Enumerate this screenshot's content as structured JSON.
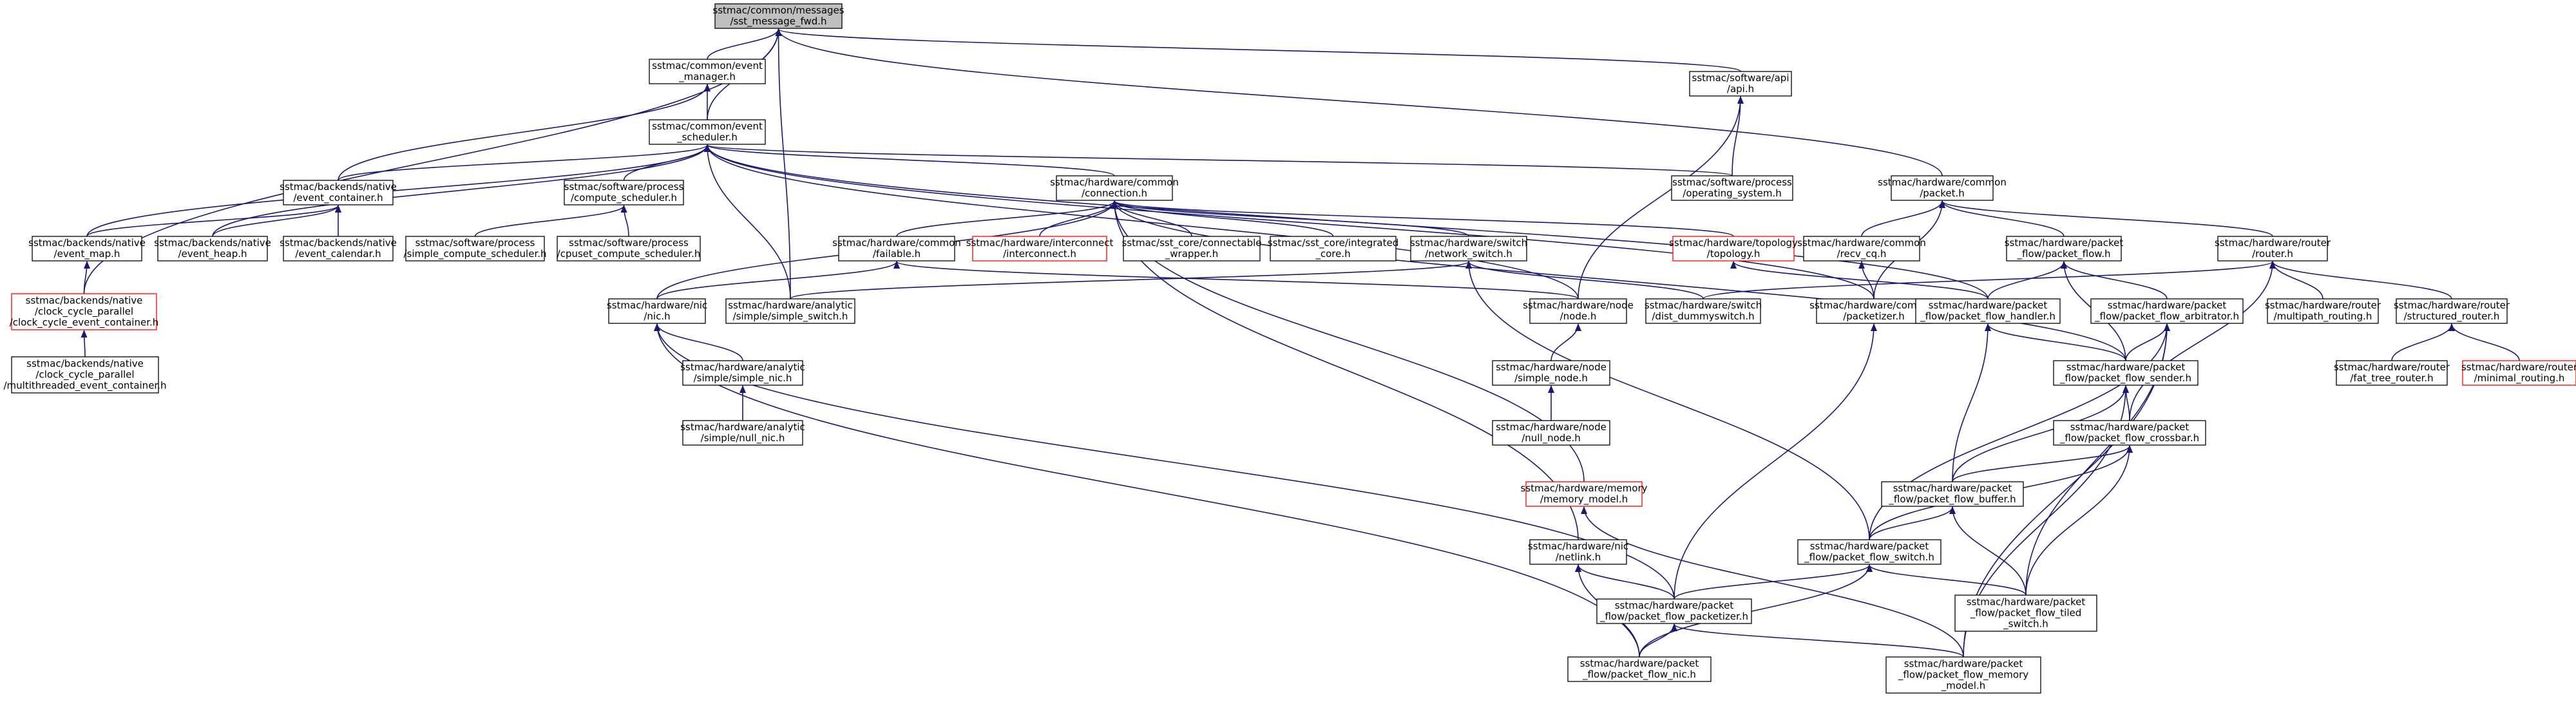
{
  "colors": {
    "edge": "#191970",
    "box_border": "#000000",
    "box_fill": "#ffffff",
    "root_fill": "#bfbfbf",
    "incomplete_border": "#ff0000",
    "text": "#000000"
  },
  "nodes": [
    {
      "id": "root",
      "lines": [
        "sstmac/common/messages",
        "/sst_message_fwd.h"
      ],
      "style": "root"
    },
    {
      "id": "event_manager",
      "lines": [
        "sstmac/common/event",
        "_manager.h"
      ],
      "style": "normal"
    },
    {
      "id": "event_scheduler",
      "lines": [
        "sstmac/common/event",
        "_scheduler.h"
      ],
      "style": "normal"
    },
    {
      "id": "sw_api",
      "lines": [
        "sstmac/software/api",
        "/api.h"
      ],
      "style": "normal"
    },
    {
      "id": "hw_packet",
      "lines": [
        "sstmac/hardware/common",
        "/packet.h"
      ],
      "style": "normal"
    },
    {
      "id": "event_container",
      "lines": [
        "sstmac/backends/native",
        "/event_container.h"
      ],
      "style": "normal"
    },
    {
      "id": "compute_scheduler",
      "lines": [
        "sstmac/software/process",
        "/compute_scheduler.h"
      ],
      "style": "normal"
    },
    {
      "id": "hw_connection",
      "lines": [
        "sstmac/hardware/common",
        "/connection.h"
      ],
      "style": "normal"
    },
    {
      "id": "operating_system",
      "lines": [
        "sstmac/software/process",
        "/operating_system.h"
      ],
      "style": "normal"
    },
    {
      "id": "event_map",
      "lines": [
        "sstmac/backends/native",
        "/event_map.h"
      ],
      "style": "normal"
    },
    {
      "id": "event_heap",
      "lines": [
        "sstmac/backends/native",
        "/event_heap.h"
      ],
      "style": "normal"
    },
    {
      "id": "event_calendar",
      "lines": [
        "sstmac/backends/native",
        "/event_calendar.h"
      ],
      "style": "normal"
    },
    {
      "id": "simple_compute_scheduler",
      "lines": [
        "sstmac/software/process",
        "/simple_compute_scheduler.h"
      ],
      "style": "normal"
    },
    {
      "id": "cpuset_compute_scheduler",
      "lines": [
        "sstmac/software/process",
        "/cpuset_compute_scheduler.h"
      ],
      "style": "normal"
    },
    {
      "id": "failable",
      "lines": [
        "sstmac/hardware/common",
        "/failable.h"
      ],
      "style": "normal"
    },
    {
      "id": "interconnect",
      "lines": [
        "sstmac/hardware/interconnect",
        "/interconnect.h"
      ],
      "style": "incomplete"
    },
    {
      "id": "connectable_wrapper",
      "lines": [
        "sstmac/sst_core/connectable",
        "_wrapper.h"
      ],
      "style": "normal"
    },
    {
      "id": "integrated_core",
      "lines": [
        "sstmac/sst_core/integrated",
        "_core.h"
      ],
      "style": "normal"
    },
    {
      "id": "network_switch",
      "lines": [
        "sstmac/hardware/switch",
        "/network_switch.h"
      ],
      "style": "normal"
    },
    {
      "id": "topology",
      "lines": [
        "sstmac/hardware/topology",
        "/topology.h"
      ],
      "style": "incomplete"
    },
    {
      "id": "recv_cq",
      "lines": [
        "sstmac/hardware/common",
        "/recv_cq.h"
      ],
      "style": "normal"
    },
    {
      "id": "packet_flow",
      "lines": [
        "sstmac/hardware/packet",
        "_flow/packet_flow.h"
      ],
      "style": "normal"
    },
    {
      "id": "router",
      "lines": [
        "sstmac/hardware/router",
        "/router.h"
      ],
      "style": "normal"
    },
    {
      "id": "clock_cycle_event_container",
      "lines": [
        "sstmac/backends/native",
        "/clock_cycle_parallel",
        "/clock_cycle_event_container.h"
      ],
      "style": "incomplete"
    },
    {
      "id": "nic",
      "lines": [
        "sstmac/hardware/nic",
        "/nic.h"
      ],
      "style": "normal"
    },
    {
      "id": "simple_switch",
      "lines": [
        "sstmac/hardware/analytic",
        "/simple/simple_switch.h"
      ],
      "style": "normal"
    },
    {
      "id": "node",
      "lines": [
        "sstmac/hardware/node",
        "/node.h"
      ],
      "style": "normal"
    },
    {
      "id": "dist_dummyswitch",
      "lines": [
        "sstmac/hardware/switch",
        "/dist_dummyswitch.h"
      ],
      "style": "normal"
    },
    {
      "id": "packetizer",
      "lines": [
        "sstmac/hardware/common",
        "/packetizer.h"
      ],
      "style": "normal"
    },
    {
      "id": "packet_flow_handler",
      "lines": [
        "sstmac/hardware/packet",
        "_flow/packet_flow_handler.h"
      ],
      "style": "normal"
    },
    {
      "id": "packet_flow_arbitrator",
      "lines": [
        "sstmac/hardware/packet",
        "_flow/packet_flow_arbitrator.h"
      ],
      "style": "normal"
    },
    {
      "id": "multipath_routing",
      "lines": [
        "sstmac/hardware/router",
        "/multipath_routing.h"
      ],
      "style": "normal"
    },
    {
      "id": "structured_router",
      "lines": [
        "sstmac/hardware/router",
        "/structured_router.h"
      ],
      "style": "normal"
    },
    {
      "id": "multithreaded_event_container",
      "lines": [
        "sstmac/backends/native",
        "/clock_cycle_parallel",
        "/multithreaded_event_container.h"
      ],
      "style": "normal"
    },
    {
      "id": "simple_nic",
      "lines": [
        "sstmac/hardware/analytic",
        "/simple/simple_nic.h"
      ],
      "style": "normal"
    },
    {
      "id": "simple_node",
      "lines": [
        "sstmac/hardware/node",
        "/simple_node.h"
      ],
      "style": "normal"
    },
    {
      "id": "packet_flow_sender",
      "lines": [
        "sstmac/hardware/packet",
        "_flow/packet_flow_sender.h"
      ],
      "style": "normal"
    },
    {
      "id": "fat_tree_router",
      "lines": [
        "sstmac/hardware/router",
        "/fat_tree_router.h"
      ],
      "style": "normal"
    },
    {
      "id": "minimal_routing",
      "lines": [
        "sstmac/hardware/router",
        "/minimal_routing.h"
      ],
      "style": "incomplete"
    },
    {
      "id": "null_nic",
      "lines": [
        "sstmac/hardware/analytic",
        "/simple/null_nic.h"
      ],
      "style": "normal"
    },
    {
      "id": "null_node",
      "lines": [
        "sstmac/hardware/node",
        "/null_node.h"
      ],
      "style": "normal"
    },
    {
      "id": "packet_flow_crossbar",
      "lines": [
        "sstmac/hardware/packet",
        "_flow/packet_flow_crossbar.h"
      ],
      "style": "normal"
    },
    {
      "id": "memory_model",
      "lines": [
        "sstmac/hardware/memory",
        "/memory_model.h"
      ],
      "style": "incomplete"
    },
    {
      "id": "packet_flow_buffer",
      "lines": [
        "sstmac/hardware/packet",
        "_flow/packet_flow_buffer.h"
      ],
      "style": "normal"
    },
    {
      "id": "netlink",
      "lines": [
        "sstmac/hardware/nic",
        "/netlink.h"
      ],
      "style": "normal"
    },
    {
      "id": "packet_flow_switch",
      "lines": [
        "sstmac/hardware/packet",
        "_flow/packet_flow_switch.h"
      ],
      "style": "normal"
    },
    {
      "id": "packet_flow_packetizer",
      "lines": [
        "sstmac/hardware/packet",
        "_flow/packet_flow_packetizer.h"
      ],
      "style": "normal"
    },
    {
      "id": "packet_flow_tiled_switch",
      "lines": [
        "sstmac/hardware/packet",
        "_flow/packet_flow_tiled",
        "_switch.h"
      ],
      "style": "normal"
    },
    {
      "id": "packet_flow_nic",
      "lines": [
        "sstmac/hardware/packet",
        "_flow/packet_flow_nic.h"
      ],
      "style": "normal"
    },
    {
      "id": "packet_flow_memory_model",
      "lines": [
        "sstmac/hardware/packet",
        "_flow/packet_flow_memory",
        "_model.h"
      ],
      "style": "normal"
    }
  ],
  "edges": [
    [
      "event_manager",
      "root"
    ],
    [
      "event_scheduler",
      "root"
    ],
    [
      "sw_api",
      "root"
    ],
    [
      "hw_packet",
      "root"
    ],
    [
      "simple_switch",
      "root"
    ],
    [
      "clock_cycle_event_container",
      "root"
    ],
    [
      "event_scheduler",
      "event_manager"
    ],
    [
      "event_container",
      "event_manager"
    ],
    [
      "operating_system",
      "sw_api"
    ],
    [
      "node",
      "sw_api"
    ],
    [
      "event_container",
      "event_scheduler"
    ],
    [
      "compute_scheduler",
      "event_scheduler"
    ],
    [
      "hw_connection",
      "event_scheduler"
    ],
    [
      "operating_system",
      "event_scheduler"
    ],
    [
      "event_map",
      "event_scheduler"
    ],
    [
      "event_heap",
      "event_scheduler"
    ],
    [
      "simple_switch",
      "event_scheduler"
    ],
    [
      "node",
      "event_scheduler"
    ],
    [
      "packetizer",
      "event_scheduler"
    ],
    [
      "packet_flow_handler",
      "event_scheduler"
    ],
    [
      "event_map",
      "event_container"
    ],
    [
      "event_heap",
      "event_container"
    ],
    [
      "event_calendar",
      "event_container"
    ],
    [
      "simple_compute_scheduler",
      "compute_scheduler"
    ],
    [
      "cpuset_compute_scheduler",
      "compute_scheduler"
    ],
    [
      "failable",
      "hw_connection"
    ],
    [
      "interconnect",
      "hw_connection"
    ],
    [
      "connectable_wrapper",
      "hw_connection"
    ],
    [
      "integrated_core",
      "hw_connection"
    ],
    [
      "network_switch",
      "hw_connection"
    ],
    [
      "topology",
      "hw_connection"
    ],
    [
      "nic",
      "hw_connection"
    ],
    [
      "memory_model",
      "hw_connection"
    ],
    [
      "netlink",
      "hw_connection"
    ],
    [
      "packet_flow_sender",
      "hw_connection"
    ],
    [
      "recv_cq",
      "hw_packet"
    ],
    [
      "packet_flow",
      "hw_packet"
    ],
    [
      "router",
      "hw_packet"
    ],
    [
      "packetizer",
      "hw_packet"
    ],
    [
      "clock_cycle_event_container",
      "event_map"
    ],
    [
      "nic",
      "failable"
    ],
    [
      "node",
      "failable"
    ],
    [
      "simple_switch",
      "network_switch"
    ],
    [
      "dist_dummyswitch",
      "network_switch"
    ],
    [
      "packet_flow_switch",
      "network_switch"
    ],
    [
      "packet_flow_handler",
      "topology"
    ],
    [
      "packetizer",
      "recv_cq"
    ],
    [
      "packet_flow_handler",
      "packet_flow"
    ],
    [
      "packet_flow_arbitrator",
      "packet_flow"
    ],
    [
      "packet_flow_sender",
      "packet_flow"
    ],
    [
      "dist_dummyswitch",
      "router"
    ],
    [
      "multipath_routing",
      "router"
    ],
    [
      "structured_router",
      "router"
    ],
    [
      "packet_flow_crossbar",
      "router"
    ],
    [
      "multithreaded_event_container",
      "clock_cycle_event_container"
    ],
    [
      "simple_nic",
      "nic"
    ],
    [
      "packet_flow_packetizer",
      "nic"
    ],
    [
      "packet_flow_nic",
      "nic"
    ],
    [
      "simple_node",
      "node"
    ],
    [
      "packet_flow_packetizer",
      "packetizer"
    ],
    [
      "packet_flow_sender",
      "packet_flow_handler"
    ],
    [
      "packet_flow_buffer",
      "packet_flow_handler"
    ],
    [
      "packet_flow_sender",
      "packet_flow_arbitrator"
    ],
    [
      "packet_flow_switch",
      "packet_flow_arbitrator"
    ],
    [
      "packet_flow_tiled_switch",
      "packet_flow_arbitrator"
    ],
    [
      "packet_flow_memory_model",
      "packet_flow_arbitrator"
    ],
    [
      "fat_tree_router",
      "structured_router"
    ],
    [
      "minimal_routing",
      "structured_router"
    ],
    [
      "null_nic",
      "simple_nic"
    ],
    [
      "null_node",
      "simple_node"
    ],
    [
      "packet_flow_crossbar",
      "packet_flow_sender"
    ],
    [
      "packet_flow_buffer",
      "packet_flow_sender"
    ],
    [
      "packet_flow_memory_model",
      "packet_flow_sender"
    ],
    [
      "packet_flow_buffer",
      "packet_flow_crossbar"
    ],
    [
      "packet_flow_switch",
      "packet_flow_crossbar"
    ],
    [
      "packet_flow_tiled_switch",
      "packet_flow_crossbar"
    ],
    [
      "packet_flow_memory_model",
      "memory_model"
    ],
    [
      "packet_flow_switch",
      "packet_flow_buffer"
    ],
    [
      "packet_flow_tiled_switch",
      "packet_flow_buffer"
    ],
    [
      "packet_flow_packetizer",
      "netlink"
    ],
    [
      "packet_flow_nic",
      "netlink"
    ],
    [
      "packet_flow_packetizer",
      "packet_flow_switch"
    ],
    [
      "packet_flow_tiled_switch",
      "packet_flow_switch"
    ],
    [
      "packet_flow_nic",
      "packet_flow_switch"
    ],
    [
      "packet_flow_nic",
      "packet_flow_packetizer"
    ],
    [
      "packet_flow_memory_model",
      "packet_flow_packetizer"
    ]
  ]
}
